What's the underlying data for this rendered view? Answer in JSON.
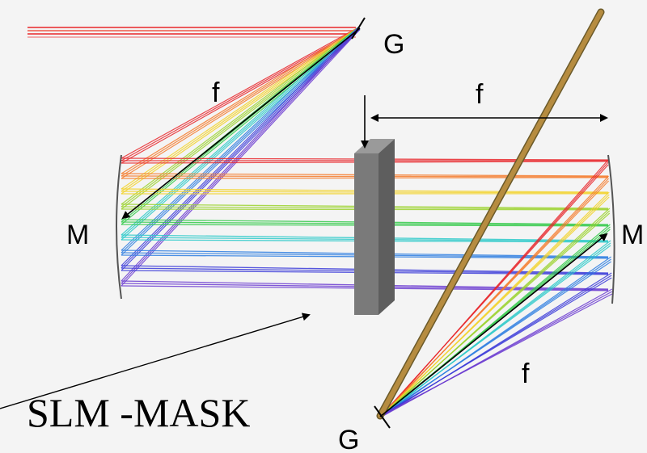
{
  "labels": {
    "grating_top": "G",
    "grating_bottom": "G",
    "mirror_left": "M",
    "mirror_right": "M",
    "focal_top_left": "f",
    "focal_top_right": "f",
    "focal_bottom_right": "f",
    "slm_mask": "SLM -MASK"
  },
  "colors": {
    "background": "#f4f4f4",
    "spectrum": [
      "#e8262a",
      "#f47a2a",
      "#f2d22a",
      "#9bd22e",
      "#34c94a",
      "#2bc9c9",
      "#2b7de0",
      "#3a3ad8",
      "#6a3ad0"
    ],
    "mask": "#7a7a7a",
    "grating_rod": "#a07838"
  }
}
